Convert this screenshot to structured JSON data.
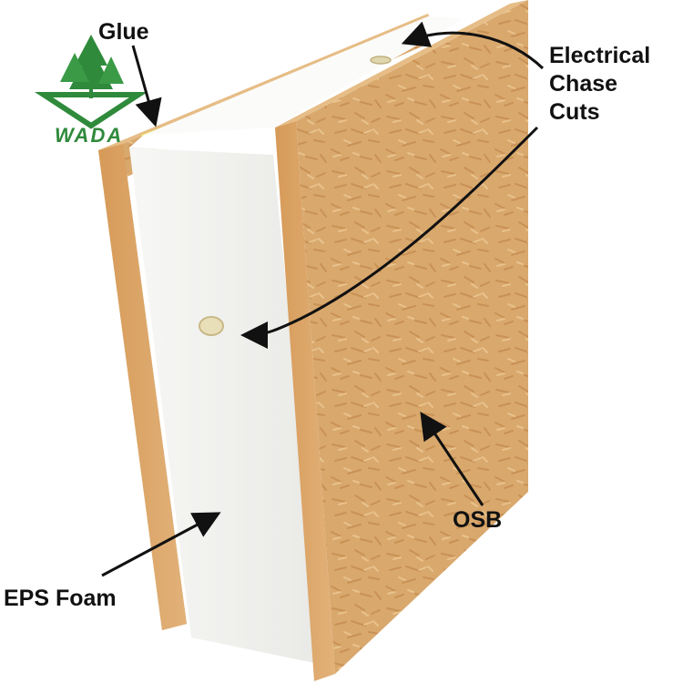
{
  "labels": {
    "glue": "Glue",
    "electrical_chase_cuts": [
      "Electrical",
      "Chase",
      "Cuts"
    ],
    "osb": "OSB",
    "eps_foam": "EPS Foam"
  },
  "logo": {
    "text": "WADA",
    "icon": "pine-trees-logo-icon"
  },
  "colors": {
    "osb": "#d9a86d",
    "osb_edge": "#c98d4e",
    "foam": "#f4f4f2",
    "glue": "#f3e98a",
    "logo_green": "#2f8a3b",
    "arrow": "#111111"
  }
}
